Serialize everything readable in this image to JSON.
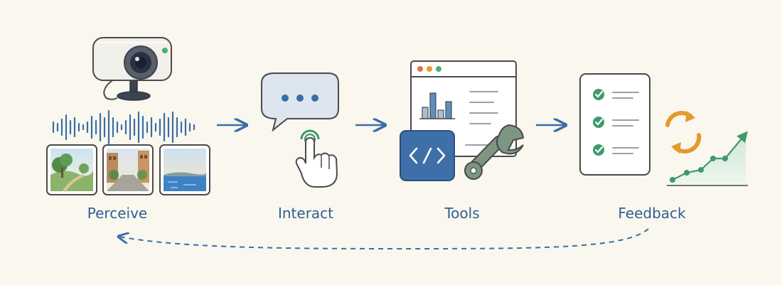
{
  "stages": [
    {
      "label": "Perceive"
    },
    {
      "label": "Interact"
    },
    {
      "label": "Tools"
    },
    {
      "label": "Feedback"
    }
  ],
  "colors": {
    "background": "#faf7ef",
    "primary_blue": "#3a6ea5",
    "label_blue": "#2f5f93",
    "outline": "#4a4a4a",
    "green": "#3d9a6a",
    "orange": "#e39b2e",
    "wrench_gray": "#7d9582",
    "code_tile": "#3f6fa8"
  },
  "icons": [
    "camera-icon",
    "sound-wave-icon",
    "photo-thumbnail-icon",
    "chat-bubble-icon",
    "tap-hand-icon",
    "browser-window-icon",
    "bar-chart-icon",
    "code-icon",
    "wrench-icon",
    "checklist-icon",
    "refresh-cycle-icon",
    "trend-chart-icon"
  ]
}
